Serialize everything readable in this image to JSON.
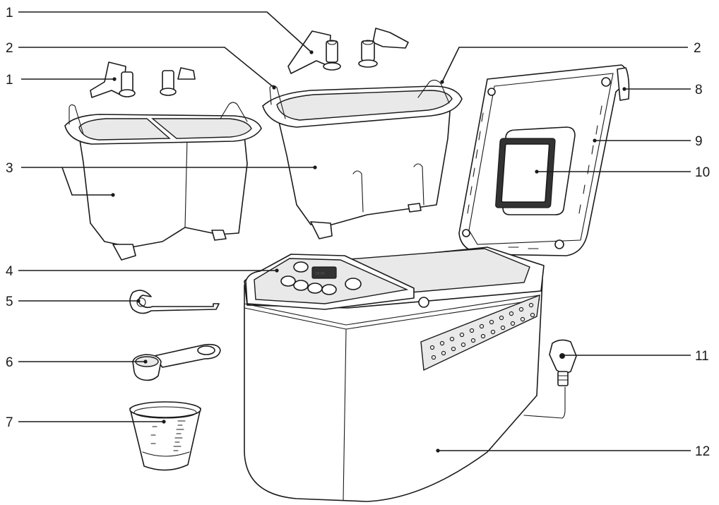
{
  "callouts": [
    "1",
    "1",
    "2",
    "2",
    "3",
    "4",
    "5",
    "6",
    "7",
    "8",
    "9",
    "10",
    "11",
    "12"
  ]
}
